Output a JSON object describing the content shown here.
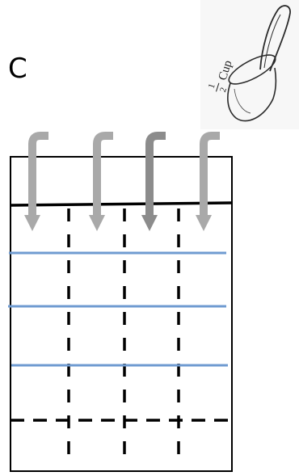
{
  "panel_label": "C",
  "measuring_cup": {
    "icon": "half-cup-measuring-icon",
    "fraction_numerator": "1",
    "fraction_denominator": "2",
    "unit": "Cup"
  },
  "colors": {
    "arrow": "#a9a9a9",
    "arrow_dark": "#8c8c8c",
    "blue_line": "#6f9bd1",
    "outline": "#000000"
  },
  "arrow_count": 4,
  "blue_line_count": 3
}
